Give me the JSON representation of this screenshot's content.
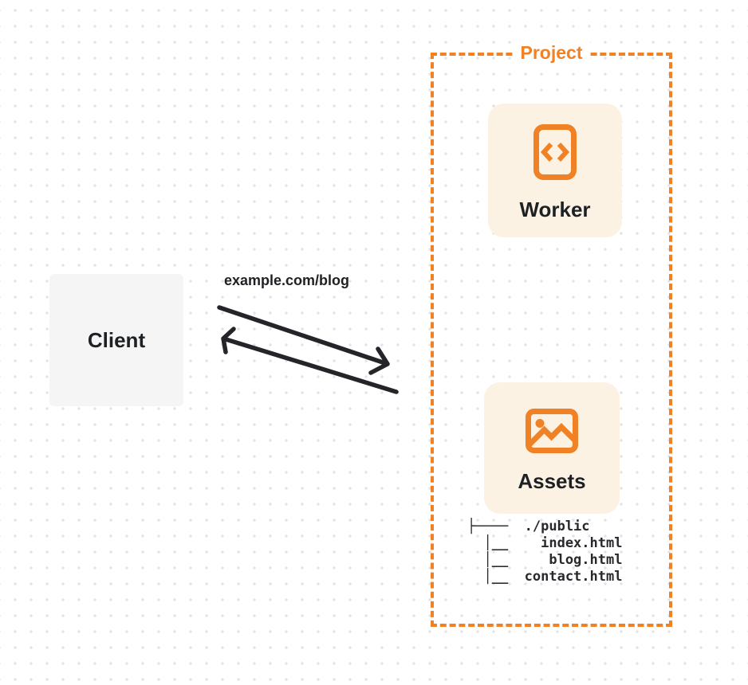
{
  "colors": {
    "accent_orange": "#F08124",
    "card_background": "#FCF2E4",
    "client_background": "#F5F5F6",
    "text_dark": "#1E2124",
    "arrow_color": "#232528",
    "dot_color": "#E3E3E6"
  },
  "client": {
    "label": "Client"
  },
  "request": {
    "url_label": "example.com/blog"
  },
  "project": {
    "label": "Project"
  },
  "worker": {
    "label": "Worker"
  },
  "assets": {
    "label": "Assets",
    "file_tree": "├────  ./public\n  │__    index.html\n  │__     blog.html\n  │__  contact.html"
  }
}
